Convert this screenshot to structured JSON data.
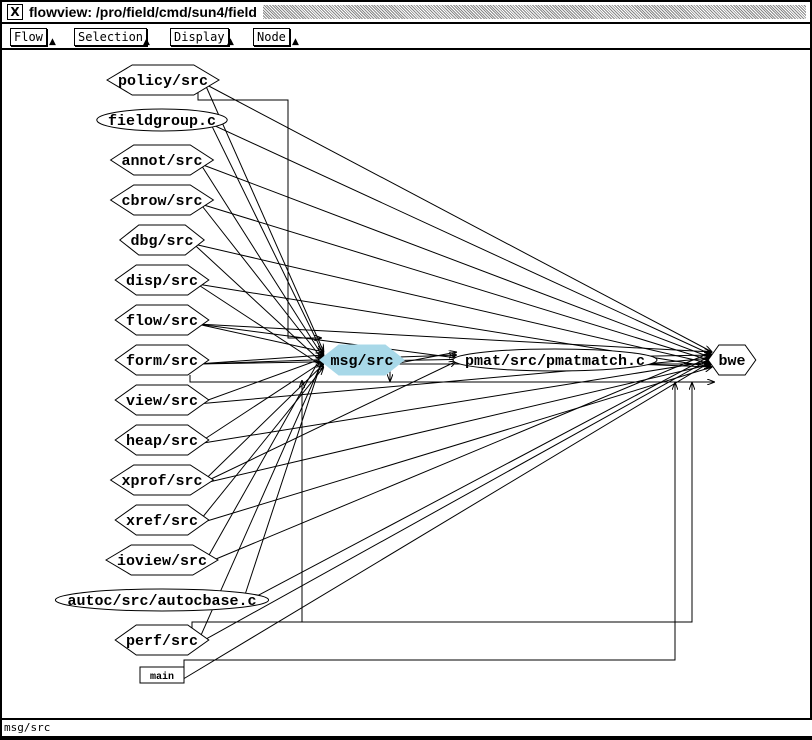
{
  "window": {
    "title": "flowview: /pro/field/cmd/sun4/field",
    "close_icon": "x-logo-icon"
  },
  "menubar": [
    {
      "label": "Flow"
    },
    {
      "label": "Selection"
    },
    {
      "label": "Display"
    },
    {
      "label": "Node"
    }
  ],
  "graph": {
    "selected_color": "#a8d8e8",
    "nodes": [
      {
        "id": "policy",
        "label": "policy/src",
        "shape": "hexagon"
      },
      {
        "id": "fieldgroup",
        "label": "fieldgroup.c",
        "shape": "ellipse"
      },
      {
        "id": "annot",
        "label": "annot/src",
        "shape": "hexagon"
      },
      {
        "id": "cbrow",
        "label": "cbrow/src",
        "shape": "hexagon"
      },
      {
        "id": "dbg",
        "label": "dbg/src",
        "shape": "hexagon"
      },
      {
        "id": "disp",
        "label": "disp/src",
        "shape": "hexagon"
      },
      {
        "id": "flow",
        "label": "flow/src",
        "shape": "hexagon"
      },
      {
        "id": "form",
        "label": "form/src",
        "shape": "hexagon"
      },
      {
        "id": "view",
        "label": "view/src",
        "shape": "hexagon"
      },
      {
        "id": "heap",
        "label": "heap/src",
        "shape": "hexagon"
      },
      {
        "id": "xprof",
        "label": "xprof/src",
        "shape": "hexagon"
      },
      {
        "id": "xref",
        "label": "xref/src",
        "shape": "hexagon"
      },
      {
        "id": "ioview",
        "label": "ioview/src",
        "shape": "hexagon"
      },
      {
        "id": "autoc",
        "label": "autoc/src/autocbase.c",
        "shape": "ellipse"
      },
      {
        "id": "perf",
        "label": "perf/src",
        "shape": "hexagon"
      },
      {
        "id": "main",
        "label": "main",
        "shape": "box"
      },
      {
        "id": "msg",
        "label": "msg/src",
        "shape": "hexagon",
        "selected": true
      },
      {
        "id": "pmat",
        "label": "pmat/src/pmatmatch.c",
        "shape": "ellipse"
      },
      {
        "id": "bwe",
        "label": "bwe",
        "shape": "hexagon"
      }
    ],
    "edges_to_bwe": [
      "policy",
      "fieldgroup",
      "annot",
      "cbrow",
      "dbg",
      "disp",
      "flow",
      "form",
      "view",
      "heap",
      "xprof",
      "xref",
      "ioview",
      "autoc",
      "perf",
      "main",
      "msg",
      "pmat"
    ],
    "edges_to_msg": [
      "policy",
      "fieldgroup",
      "annot",
      "cbrow",
      "dbg",
      "disp",
      "flow",
      "form",
      "view",
      "heap",
      "xprof",
      "xref",
      "ioview",
      "autoc",
      "perf"
    ],
    "edges_to_pmat": [
      "msg",
      "form",
      "flow",
      "xprof"
    ]
  },
  "status": {
    "text": "msg/src"
  }
}
